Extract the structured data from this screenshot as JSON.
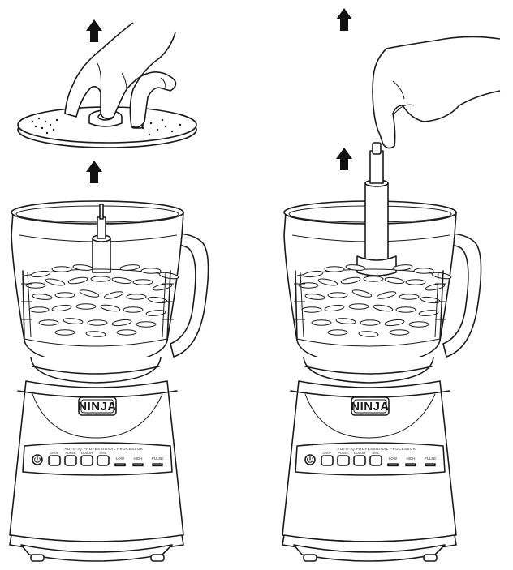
{
  "figures": [
    {
      "id": "left",
      "brand": "NINJA",
      "model_text": "AUTO-IQ PROFESSIONAL PROCESSOR",
      "buttons": [
        "CHOP",
        "PUREE",
        "DOUGH",
        "DISC"
      ],
      "speeds": [
        "LOW",
        "HIGH",
        "PULSE"
      ],
      "action": "remove disc"
    },
    {
      "id": "right",
      "brand": "NINJA",
      "model_text": "AUTO-IQ PROFESSIONAL PROCESSOR",
      "buttons": [
        "CHOP",
        "PUREE",
        "DOUGH",
        "DISC"
      ],
      "speeds": [
        "LOW",
        "HIGH",
        "PULSE"
      ],
      "action": "remove disc adapter"
    }
  ],
  "icons": [
    "up-arrow-icon",
    "hand-icon",
    "power-icon"
  ],
  "colors": {
    "line": "#1a1a1a",
    "background": "#ffffff"
  }
}
